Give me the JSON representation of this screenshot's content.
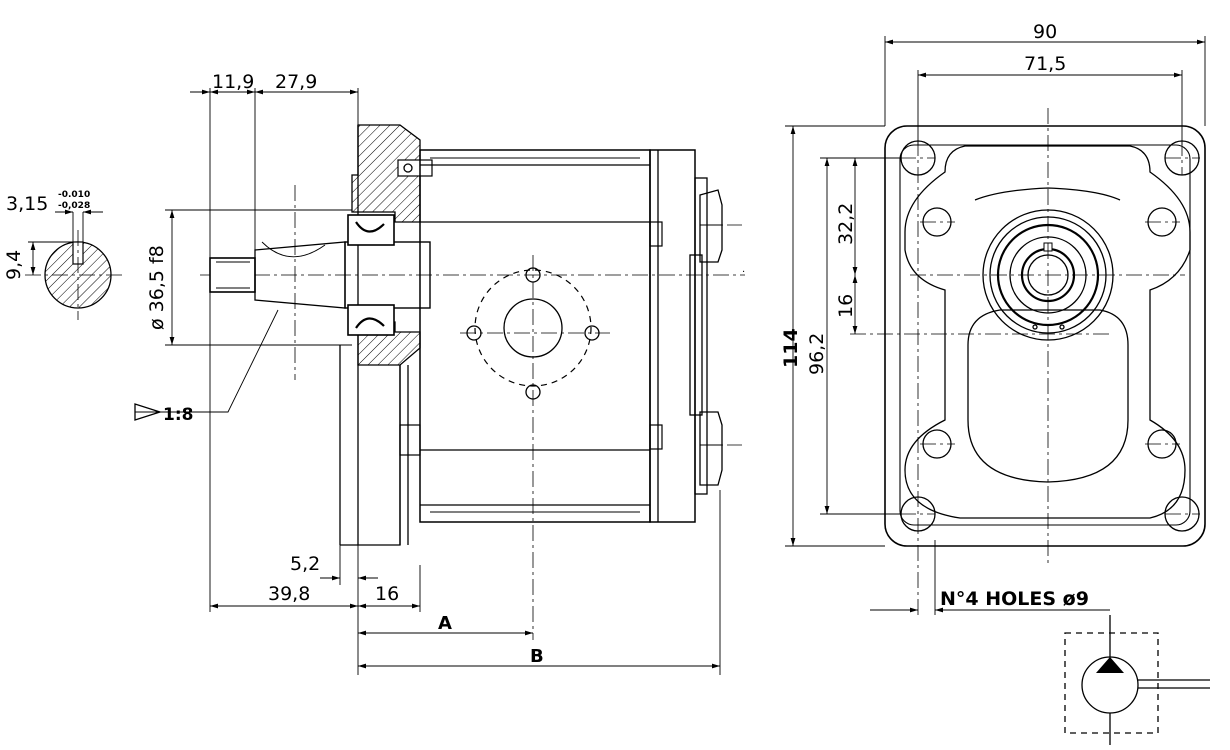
{
  "dimensions": {
    "top_shaft_offset": "11,9",
    "top_flange_offset": "27,9",
    "key_width": "3,15",
    "key_tol_upper": "-0.010",
    "key_tol_lower": "-0,028",
    "key_height": "9,4",
    "pilot_diameter": "ø 36,5 f8",
    "taper": "1:8",
    "flange_thickness": "5,2",
    "shaft_length": "39,8",
    "flange_depth": "16",
    "port_distance": "A",
    "overall_length": "B",
    "flange_width": "90",
    "hole_spacing_h": "71,5",
    "flange_height": "114",
    "hole_spacing_v": "96,2",
    "upper_offset": "32,2",
    "center_offset": "16",
    "holes_note": "N°4 HOLES ø9"
  }
}
